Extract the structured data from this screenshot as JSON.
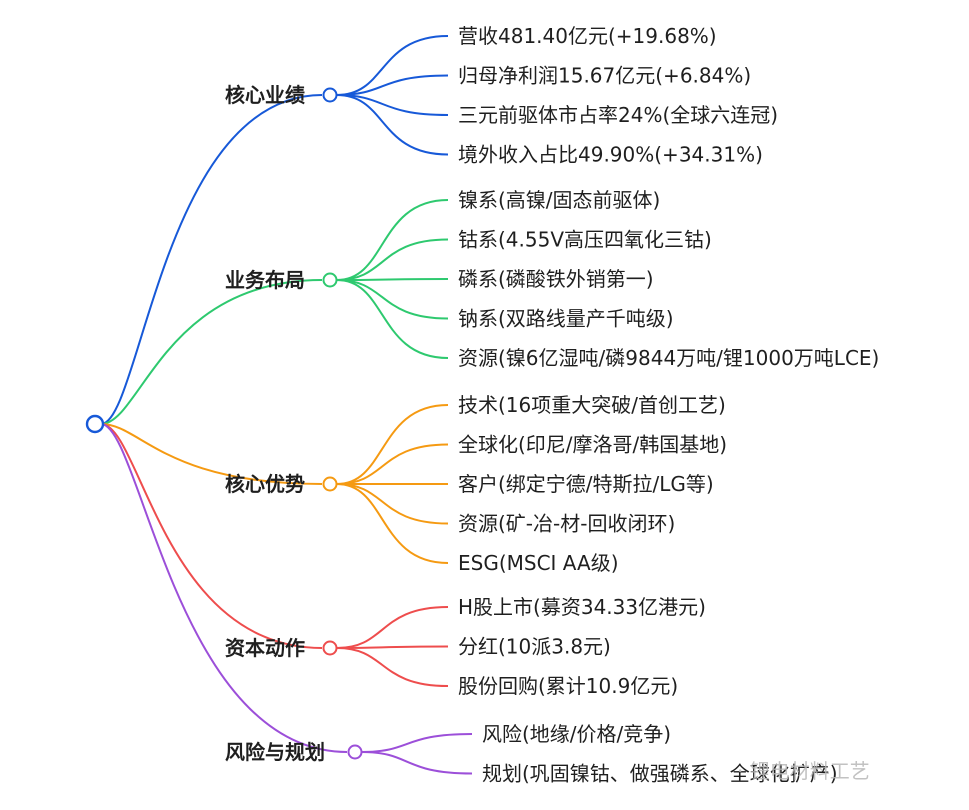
{
  "root": {
    "label": ""
  },
  "branches": [
    {
      "id": "performance",
      "label": "核心业绩",
      "color": "#1759d8",
      "children": [
        "营收481.40亿元(+19.68%)",
        "归母净利润15.67亿元(+6.84%)",
        "三元前驱体市占率24%(全球六连冠)",
        "境外收入占比49.90%(+34.31%)"
      ]
    },
    {
      "id": "business",
      "label": "业务布局",
      "color": "#2ec96f",
      "children": [
        "镍系(高镍/固态前驱体)",
        "钴系(4.55V高压四氧化三钴)",
        "磷系(磷酸铁外销第一)",
        "钠系(双路线量产千吨级)",
        "资源(镍6亿湿吨/磷9844万吨/锂1000万吨LCE)"
      ]
    },
    {
      "id": "advantage",
      "label": "核心优势",
      "color": "#f59a12",
      "children": [
        "技术(16项重大突破/首创工艺)",
        "全球化(印尼/摩洛哥/韩国基地)",
        "客户(绑定宁德/特斯拉/LG等)",
        "资源(矿-冶-材-回收闭环)",
        "ESG(MSCI AA级)"
      ]
    },
    {
      "id": "capital",
      "label": "资本动作",
      "color": "#ee4d4d",
      "children": [
        "H股上市(募资34.33亿港元)",
        "分红(10派3.8元)",
        "股份回购(累计10.9亿元)"
      ]
    },
    {
      "id": "risk",
      "label": "风险与规划",
      "color": "#9c4fd9",
      "children": [
        "风险(地缘/价格/竞争)",
        "规划(巩固镍钴、做强磷系、全球化扩产)"
      ]
    }
  ],
  "watermark": {
    "text": "· 锂电材料工艺"
  }
}
